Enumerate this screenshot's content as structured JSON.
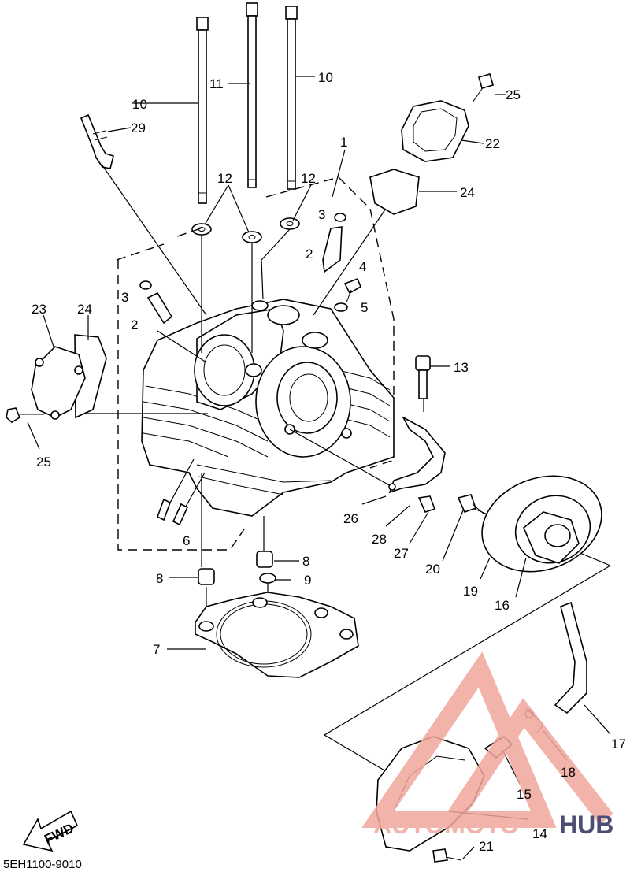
{
  "diagram": {
    "code": "5EH1100-9010",
    "fwd_label": "FWD",
    "watermark": {
      "brand_light": "AUTOMOTO",
      "brand_dark": "HUB",
      "accent": "#f0a79c",
      "dark": "#2d2f5e"
    },
    "callouts": [
      "1",
      "2",
      "2",
      "3",
      "3",
      "4",
      "5",
      "6",
      "7",
      "8",
      "8",
      "9",
      "10",
      "10",
      "11",
      "12",
      "12",
      "13",
      "14",
      "15",
      "16",
      "17",
      "18",
      "19",
      "20",
      "21",
      "22",
      "23",
      "24",
      "24",
      "25",
      "25",
      "26",
      "27",
      "28",
      "29"
    ]
  }
}
